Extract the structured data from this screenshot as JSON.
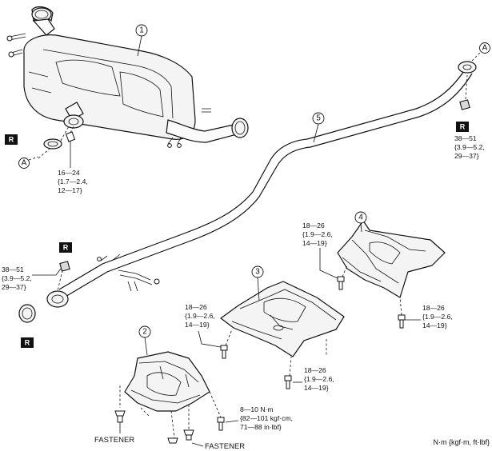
{
  "callouts": [
    "1",
    "2",
    "3",
    "4",
    "5"
  ],
  "reference_mark": "A",
  "replace_mark": "R",
  "torque_specs": {
    "muffler_gasket_nuts": [
      "16—24",
      "{1.7—2.4,",
      "12—17}"
    ],
    "rear_flange_nuts": [
      "38—51",
      "{3.9—5.2,",
      "29—37}"
    ],
    "front_flange_nuts": [
      "38—51",
      "{3.9—5.2,",
      "29—37}"
    ],
    "cover4_bolt_upper": [
      "18—26",
      "{1.9—2.6,",
      "14—19}"
    ],
    "cover4_bolt_lower": [
      "18—26",
      "{1.9—2.6,",
      "14—19}"
    ],
    "cover3_bolt_left": [
      "18—26",
      "{1.9—2.6,",
      "14—19}"
    ],
    "cover3_bolt_lower": [
      "18—26",
      "{1.9—2.6,",
      "14—19}"
    ],
    "cover2_screw": [
      "8—10 N·m",
      "{82—101 kgf·cm,",
      "71—88 in·lbf}"
    ]
  },
  "labels": {
    "fastener_left": "FASTENER",
    "fastener_right": "FASTENER",
    "units": "N·m {kgf·m, ft·lbf}"
  }
}
